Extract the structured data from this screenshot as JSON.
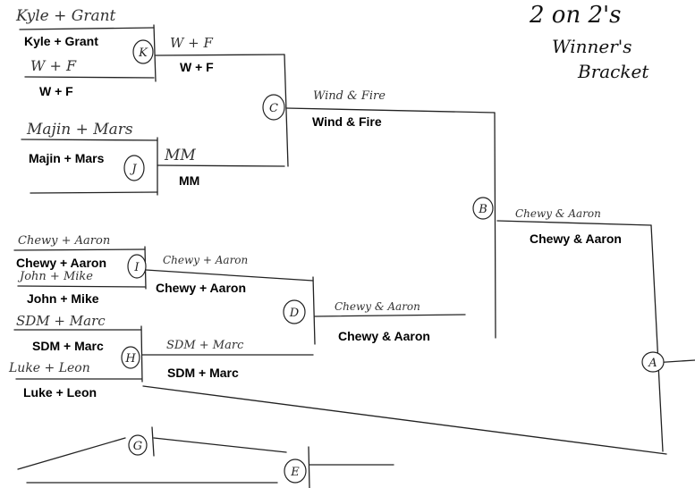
{
  "title": {
    "line1": "2 on 2's",
    "line2": "Winner's",
    "line3": "Bracket"
  },
  "nodes": {
    "A": "A",
    "B": "B",
    "C": "C",
    "D": "D",
    "E": "E",
    "G": "G",
    "H": "H",
    "I": "I",
    "J": "J",
    "K": "K"
  },
  "round1": {
    "match1": {
      "team1_hand": "Kyle + Grant",
      "team1": "Kyle + Grant",
      "team2_hand": "W + F",
      "team2": "W + F"
    },
    "match2": {
      "team1_hand": "Majin + Mars",
      "team1": "Majin + Mars"
    },
    "match3": {
      "team1_hand": "Chewy + Aaron",
      "team1": "Chewy + Aaron",
      "team2_hand": "John + Mike",
      "team2": "John + Mike"
    },
    "match4": {
      "team1_hand": "SDM + Marc",
      "team1": "SDM + Marc",
      "team2_hand": "Luke + Leon",
      "team2": "Luke + Leon"
    }
  },
  "round2": {
    "slot1_hand": "W + F",
    "slot1": "W + F",
    "slot2_hand": "MM",
    "slot2": "MM",
    "slot3_hand": "Chewy + Aaron",
    "slot3": "Chewy + Aaron",
    "slot4_hand": "SDM + Marc",
    "slot4": "SDM + Marc"
  },
  "round3": {
    "slot1_hand": "Wind & Fire",
    "slot1": "Wind & Fire",
    "slot2_hand": "Chewy & Aaron",
    "slot2": "Chewy & Aaron"
  },
  "round4": {
    "slot1_hand": "Chewy & Aaron",
    "slot1": "Chewy & Aaron"
  }
}
